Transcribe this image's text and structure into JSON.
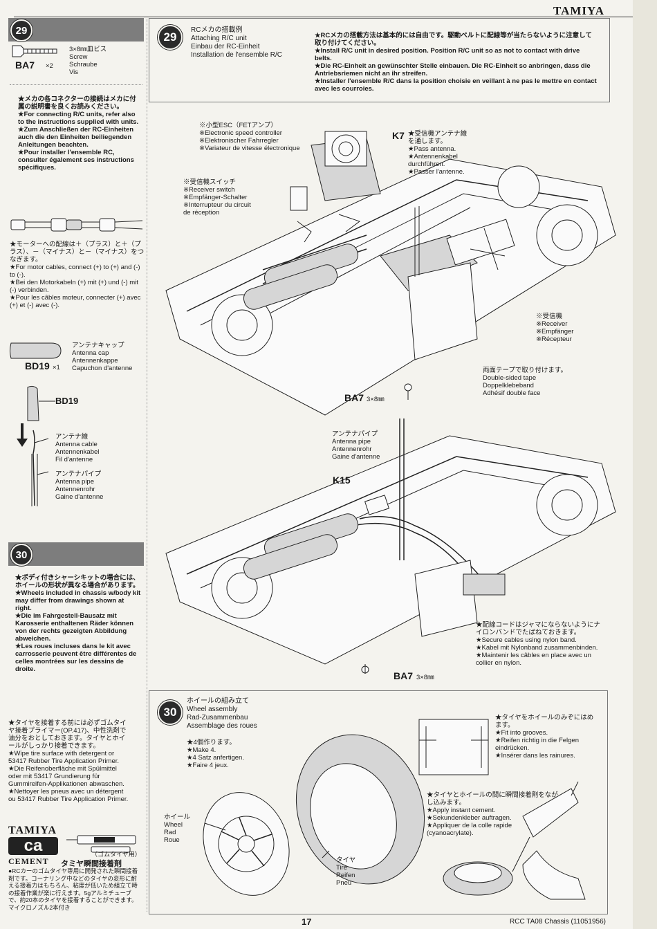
{
  "header": {
    "brand": "TAMIYA"
  },
  "sidebar": {
    "step29": {
      "number": "29",
      "screw_spec": "3×8㎜皿ビス\nScrew\nSchraube\nVis",
      "screw_code": "BA7",
      "screw_qty": "×2",
      "connector_note": "★メカの各コネクターの接続はメカに付属の説明書を良くお読みください。\n★For connecting R/C units, refer also to the instructions supplied with units.\n★Zum Anschließen der RC-Einheiten auch die den Einheiten beiliegenden Anleitungen beachten.\n★Pour installer l'ensemble RC, consulter également ses instructions spécifiques.",
      "motor_note": "★モーターへの配線は＋（プラス）と＋（プラス）、－（マイナス）と－（マイナス）をつなぎます。\n★For motor cables, connect (+) to (+) and (-) to (-).\n★Bei den Motorkabeln (+) mit (+) und (-) mit (-) verbinden.\n★Pour les câbles moteur, connecter (+) avec (+) et (-) avec (-).",
      "cap_label": "アンテナキャップ\nAntenna cap\nAntennenkappe\nCapuchon d'antenne",
      "cap_code": "BD19",
      "cap_qty": "×1",
      "cap_code2": "BD19",
      "antenna_cable": "アンテナ線\nAntenna cable\nAntennenkabel\nFil d'antenne",
      "antenna_pipe": "アンテナパイプ\nAntenna pipe\nAntennenrohr\nGaine d'antenne"
    },
    "step30": {
      "number": "30",
      "wheels_note": "★ボディ付きシャーシキットの場合には、ホイールの形状が異なる場合があります。\n★Wheels included in chassis w/body kit may differ from drawings shown at right.\n★Die im Fahrgestell-Bausatz mit Karosserie enthaltenen Räder können von der rechts gezeigten Abbildung abweichen.\n★Les roues incluses dans le kit avec carrosserie peuvent être différentes de celles montrées sur les dessins de droite.",
      "tire_note": "★タイヤを接着する前には必ずゴムタイヤ接着プライマー(OP.417)、中性洗剤で油分をおとしておきます。タイヤとホイールがしっかり接着できます。\n★Wipe tire surface with detergent or 53417 Rubber Tire Application Primer.\n★Die Reifenoberfläche mit Spülmittel oder mit 53417 Grundierung für Gummireifen-Applikationen abwaschen.\n★Nettoyer les pneus avec un détergent ou 53417 Rubber Tire Application Primer.",
      "ca_brand": "TAMIYA",
      "ca_logo": "ca",
      "ca_word": "CEMENT",
      "ca_sub": "（ゴムタイヤ用）",
      "ca_title": "タミヤ瞬間接着剤",
      "ca_desc": "●RCカーのゴムタイヤ専用に開発された瞬間接着剤です。コーナリング中などのタイヤの変形に耐える接着力はもちろん、粘度が低いため組立て時の接着作業が楽に行えます。5gアルミチューブで、約20本のタイヤを接着することができます。マイクロノズル2本付き"
    }
  },
  "main": {
    "step29": {
      "number": "29",
      "title": "RCメカの搭載例\nAttaching R/C unit\nEinbau der RC-Einheit\nInstallation de l'ensemble R/C",
      "instructions": "★RCメカの搭載方法は基本的には自由です。駆動ベルトに配線等が当たらないように注意して取り付けてください。\n★Install R/C unit in desired position. Position R/C unit so as not to contact with drive belts.\n★Die RC-Einheit an gewünschter Stelle einbauen. Die RC-Einheit so anbringen, dass die Antriebsriemen nicht an ihr streifen.\n★Installer l'ensemble R/C dans la position choisie en veillant à ne pas le mettre en contact avec les courroies.",
      "esc_label": "※小型ESC（FETアンプ）\n※Electronic speed controller\n※Elektronischer Fahrregler\n※Variateur de vitesse électronique",
      "switch_label": "※受信機スイッチ\n※Receiver switch\n※Empfänger-Schalter\n※Interrupteur du circuit\nde réception",
      "k7_code": "K7",
      "k7_label": "★受信機アンテナ線\nを通します。\n★Pass antenna.\n★Antennenkabel\ndurchführen.\n★Passer l'antenne.",
      "receiver_label": "※受信機\n※Receiver\n※Empfänger\n※Récepteur",
      "tape_label": "両面テープで取り付けます。\nDouble-sided tape\nDoppelklebeband\nAdhésif double face",
      "ba7_code": "BA7",
      "ba7_size": "3×8㎜",
      "pipe_label": "アンテナパイプ\nAntenna pipe\nAntennenrohr\nGaine d'antenne",
      "k15_code": "K15",
      "nylon_label": "★配線コードはジャマにならないようにナイロンバンドでたばねておきます。\n★Secure cables using nylon band.\n★Kabel mit Nylonband zusammenbinden.\n★Maintenir les câbles en place avec un collier en nylon.",
      "ba7_code2": "BA7",
      "ba7_size2": "3×8㎜"
    },
    "step30": {
      "number": "30",
      "title": "ホイールの組み立て\nWheel assembly\nRad-Zusammenbau\nAssemblage des roues",
      "make4": "★4個作ります。\n★Make 4.\n★4 Satz anfertigen.\n★Faire 4 jeux.",
      "grooves": "★タイヤをホイールのみぞにはめます。\n★Fit into grooves.\n★Reifen richtig in die Felgen eindrücken.\n★Insérer dans les rainures.",
      "cement": "★タイヤとホイールの間に瞬間接着剤をながし込みます。\n★Apply instant cement.\n★Sekundenkleber auftragen.\n★Appliquer de la colle rapide (cyanoacrylate).",
      "wheel_label": "ホイール\nWheel\nRad\nRoue",
      "tire_label": "タイヤ\nTire\nReifen\nPneu"
    }
  },
  "footer": {
    "page_number": "17",
    "model": "RCC TA08 Chassis (11051956)"
  }
}
